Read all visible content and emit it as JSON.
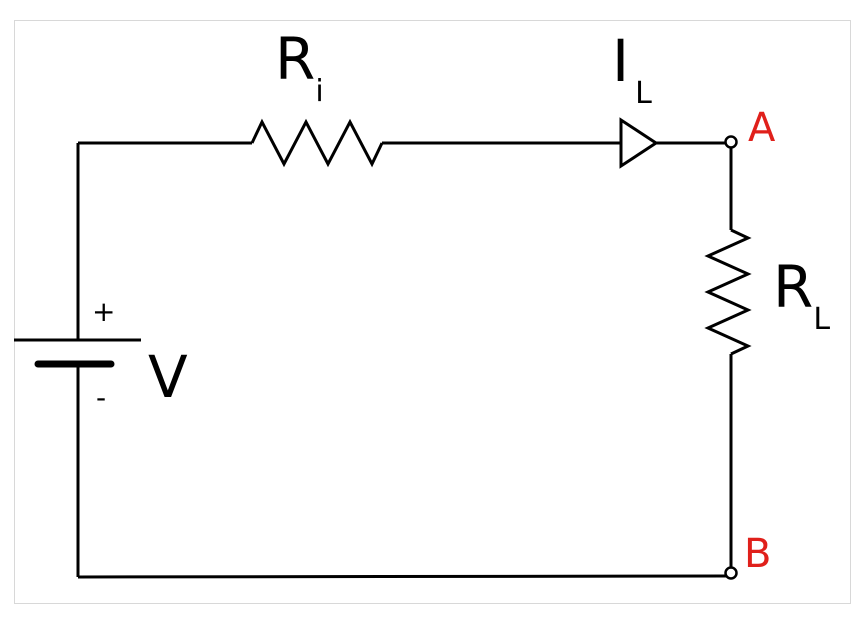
{
  "labels": {
    "ri_main": "R",
    "ri_sub": "i",
    "il_main": "I",
    "il_sub": "L",
    "rl_main": "R",
    "rl_sub": "L",
    "v": "V",
    "plus": "+",
    "minus": "-",
    "node_a": "A",
    "node_b": "B"
  },
  "colors": {
    "wire": "#000000",
    "node_label": "#e0201b",
    "frame": "#d8d8d8"
  }
}
